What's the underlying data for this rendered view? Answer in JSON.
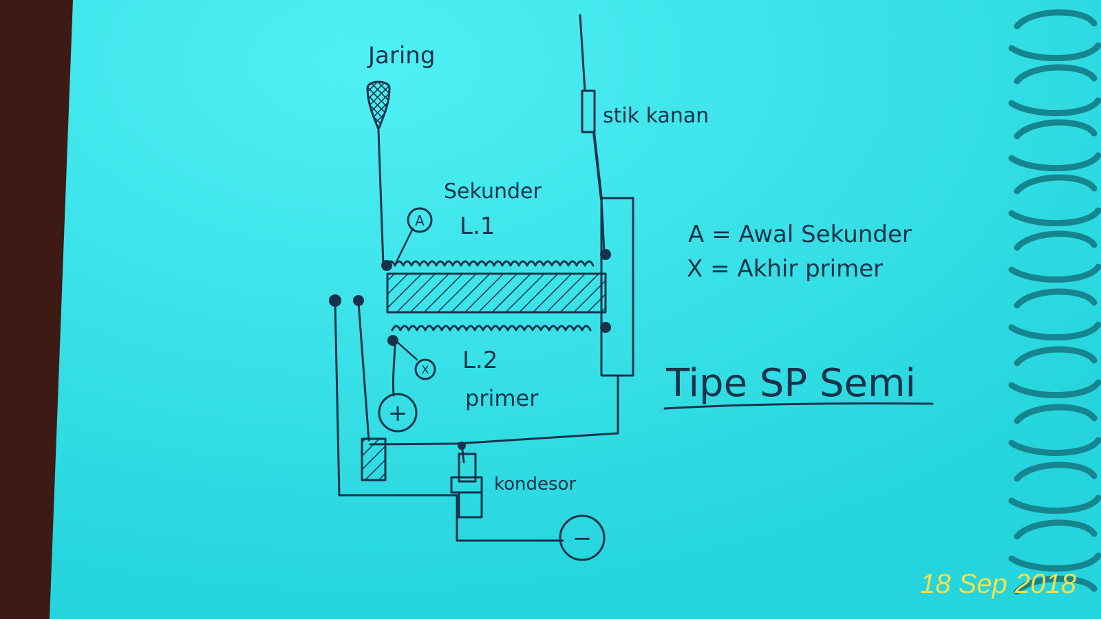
{
  "title": "Tipe SP Semi",
  "legend": [
    {
      "symbol": "A",
      "text": "A = Awal Sekunder"
    },
    {
      "symbol": "X",
      "text": "X = Akhir primer"
    }
  ],
  "labels": {
    "net": "Jaring",
    "right_stick": "stik kanan",
    "secondary": "Sekunder",
    "coil_secondary": "L.1",
    "coil_primary": "L.2",
    "primary": "primer",
    "capacitor": "kondesor",
    "terminal_a": "A",
    "terminal_x": "X",
    "positive": "+",
    "negative": "−"
  },
  "timestamp": "18 Sep 2018",
  "colors": {
    "paper": "#2fe0e6",
    "ink": "#17324a",
    "binding": "#1a8f99",
    "stamp": "#f4e04a",
    "background": "#3d1a14"
  }
}
